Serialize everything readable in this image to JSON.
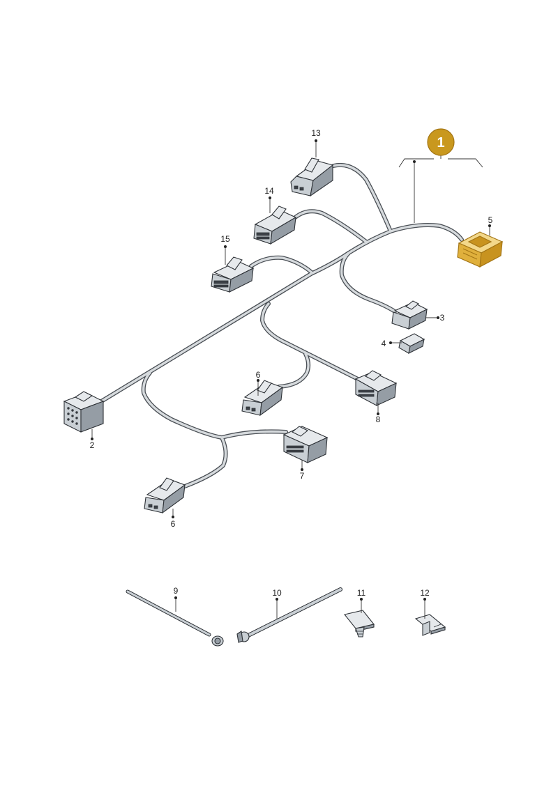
{
  "diagram": {
    "assembly_badge": "1",
    "callouts": [
      {
        "id": "c2",
        "text": "2"
      },
      {
        "id": "c3",
        "text": "3"
      },
      {
        "id": "c4",
        "text": "4"
      },
      {
        "id": "c5",
        "text": "5"
      },
      {
        "id": "c6a",
        "text": "6"
      },
      {
        "id": "c6b",
        "text": "6"
      },
      {
        "id": "c7",
        "text": "7"
      },
      {
        "id": "c8",
        "text": "8"
      },
      {
        "id": "c9",
        "text": "9"
      },
      {
        "id": "c10",
        "text": "10"
      },
      {
        "id": "c11",
        "text": "11"
      },
      {
        "id": "c12",
        "text": "12"
      },
      {
        "id": "c13",
        "text": "13"
      },
      {
        "id": "c14",
        "text": "14"
      },
      {
        "id": "c15",
        "text": "15"
      }
    ],
    "highlight_color": "#c9981e",
    "wire_color": "#4a4f55",
    "connector_color": "#c9cfd4"
  }
}
